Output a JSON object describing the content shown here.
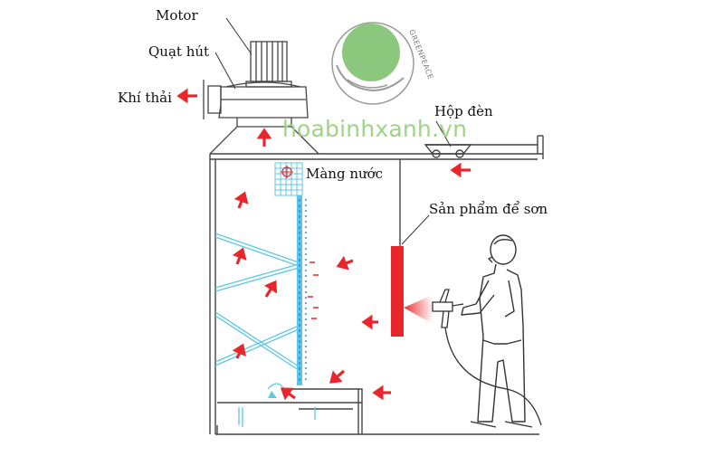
{
  "labels": {
    "motor": "Motor",
    "fan": "Quạt hút",
    "exhaust": "Khí thải",
    "light_box": "Hộp đèn",
    "water_curtain": "Màng nước",
    "product": "Sản phẩm để sơn"
  },
  "watermark": "hoabinhxanh.vn",
  "logo": {
    "text": "GREENPEACE",
    "circle_color": "#8cc77e",
    "ring_color": "#9a9a9a"
  },
  "colors": {
    "line": "#444444",
    "water": "#5bc7e8",
    "water_dark": "#2f8fd0",
    "arrow": "#e8262b",
    "product": "#e8262b"
  },
  "icons": [
    "arrow-icon",
    "spray-gun-icon",
    "painter-figure",
    "logo-icon"
  ]
}
